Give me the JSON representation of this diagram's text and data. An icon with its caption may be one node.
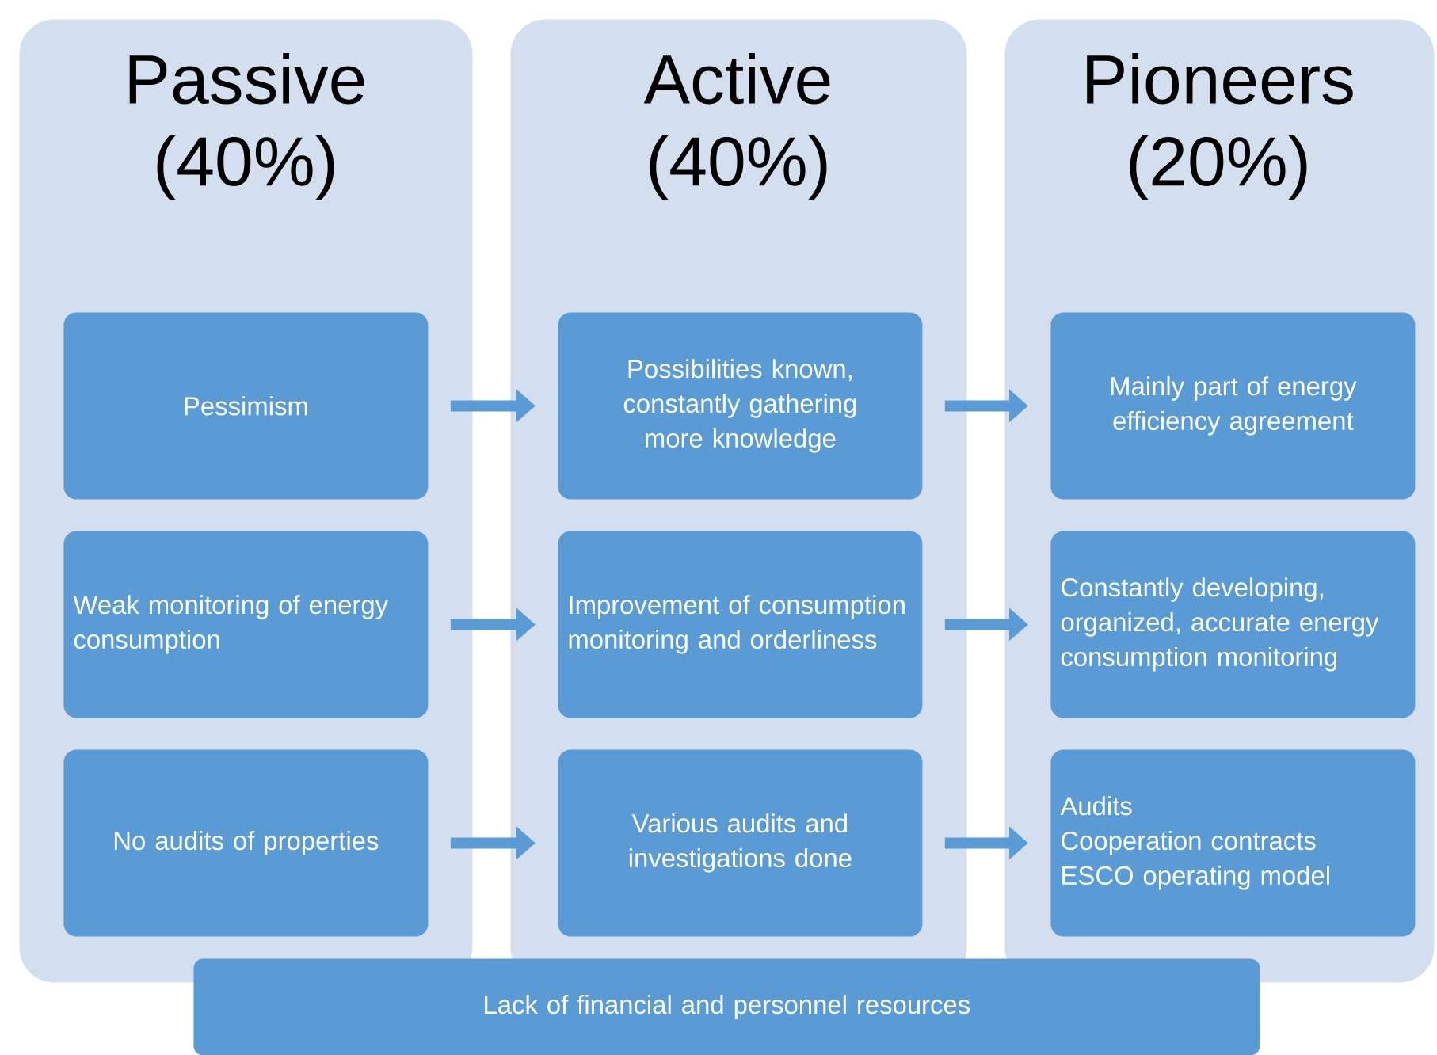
{
  "diagram": {
    "nodes": [
      {
        "text": [
          "Passive (40%)"
        ]
      },
      {
        "text": [
          "Pessimism"
        ],
        "in": 0
      },
      {
        "text": [
          "Weak monitoring of energy consumption"
        ],
        "in": 0
      },
      {
        "text": [
          "No audits of properties"
        ],
        "in": 0
      },
      {
        "text": [
          "Active (40%)"
        ]
      },
      {
        "text": [
          "Possibilities known, constantly gathering more knowledge"
        ],
        "in": 4
      },
      {
        "text": [
          "Improvement of consumption monitoring and orderliness"
        ],
        "in": 4
      },
      {
        "text": [
          "Various audits and investigations done"
        ],
        "in": 4
      },
      {
        "text": [
          "Pioneers (20%)"
        ]
      },
      {
        "text": [
          "Mainly part of energy efficiency agreement"
        ],
        "in": 8
      },
      {
        "text": [
          "Constantly developing, organized, accurate energy consumption monitoring"
        ],
        "in": 8
      },
      {
        "text": [
          "Audits",
          "Cooperation contracts",
          "ESCO operating model"
        ],
        "in": 8
      },
      {
        "text": [
          "Lack of financial and personnel resources"
        ]
      }
    ],
    "edges": [
      {
        "from": 1,
        "to": 5,
        "arrow": "to"
      },
      {
        "from": 2,
        "to": 6,
        "arrow": "to"
      },
      {
        "from": 3,
        "to": 7,
        "arrow": "to"
      },
      {
        "from": 5,
        "to": 9,
        "arrow": "to"
      },
      {
        "from": 6,
        "to": 10,
        "arrow": "to"
      },
      {
        "from": 7,
        "to": 11,
        "arrow": "to"
      }
    ]
  }
}
